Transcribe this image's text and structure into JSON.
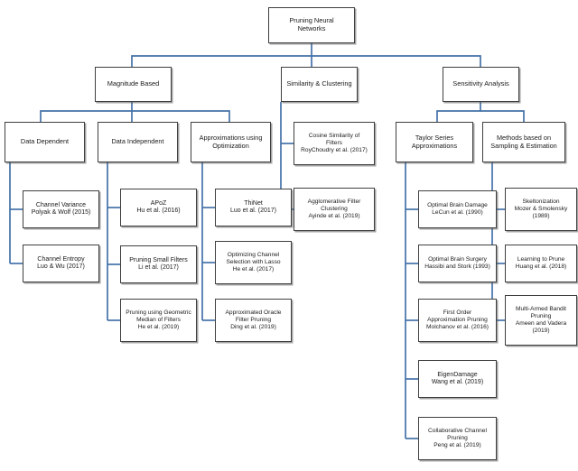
{
  "diagram": {
    "title": "Pruning Neural Networks",
    "type": "tree-taxonomy",
    "edge_color": "#4472a8",
    "node_border_color": "#3f3f3f",
    "node_fill_color": "#ffffff"
  },
  "nodes": {
    "root": {
      "line1": "Pruning Neural",
      "line2": "Networks"
    },
    "magnitude_based": {
      "line1": "Magnitude Based"
    },
    "similarity_clustering": {
      "line1": "Similarity & Clustering"
    },
    "sensitivity_analysis": {
      "line1": "Sensitivity Analysis"
    },
    "data_dependent": {
      "line1": "Data Dependent"
    },
    "data_independent": {
      "line1": "Data Independent"
    },
    "approx_optimization": {
      "line1": "Approximations using",
      "line2": "Optimization"
    },
    "taylor_series": {
      "line1": "Taylor Series",
      "line2": "Approximations"
    },
    "sampling_estimation": {
      "line1": "Methods based on",
      "line2": "Sampling & Estimation"
    },
    "channel_variance": {
      "line1": "Channel Variance",
      "ref": "Polyak & Wolf (2015)"
    },
    "channel_entropy": {
      "line1": "Channel Entropy",
      "ref": "Luo & Wu (2017)"
    },
    "apoz": {
      "line1": "APoZ",
      "ref": "Hu et al. (2016)"
    },
    "pruning_small_filters": {
      "line1": "Pruning Small Filters",
      "ref": "Li et al. (2017)"
    },
    "pruning_geometric_median": {
      "line1": "Pruning using Geometric",
      "line2": "Median of Filters",
      "ref": "He et al. (2019)"
    },
    "thinet": {
      "line1": "ThiNet",
      "ref": "Luo et al. (2017)"
    },
    "optimizing_channel_lasso": {
      "line1": "Optimizing Channel",
      "line2": "Selection with Lasso",
      "ref": "He et al. (2017)"
    },
    "approx_oracle_filter": {
      "line1": "Approximated Oracle",
      "line2": "Filter Pruning",
      "ref": "Ding et al. (2019)"
    },
    "cosine_similarity": {
      "line1": "Cosine Similarity of",
      "line2": "Filters",
      "ref": "RoyChoudry et al. (2017)"
    },
    "agglomerative_clustering": {
      "line1": "Agglomerative Filter",
      "line2": "Clustering",
      "ref": "Ayinde et al. (2019)"
    },
    "optimal_brain_damage": {
      "line1": "Optimal Brain Damage",
      "ref": "LeCun  et al. (1990)"
    },
    "optimal_brain_surgery": {
      "line1": "Optimal Brain Surgery",
      "ref": "Hassibi and Stork (1993)"
    },
    "first_order_approx": {
      "line1": "First Order",
      "line2": "Approximation Pruning",
      "ref": "Molchanov et al. (2016)"
    },
    "eigendamage": {
      "line1": "EigenDamage",
      "ref": "Wang et al. (2019)"
    },
    "collaborative_channel": {
      "line1": "Collaborative Channel",
      "line2": "Pruning",
      "ref": "Peng et al. (2019)"
    },
    "skeltonization": {
      "line1": "Skeltonization",
      "ref": "Mozer & Smolensky",
      "ref2": "(1989)"
    },
    "learning_to_prune": {
      "line1": "Learning to Prune",
      "ref": "Huang  et al. (2018)"
    },
    "multi_armed_bandit": {
      "line1": "Multi-Armed Bandit",
      "line2": "Pruning",
      "ref": "Ameen and Vadera",
      "ref2": "(2019)"
    }
  }
}
